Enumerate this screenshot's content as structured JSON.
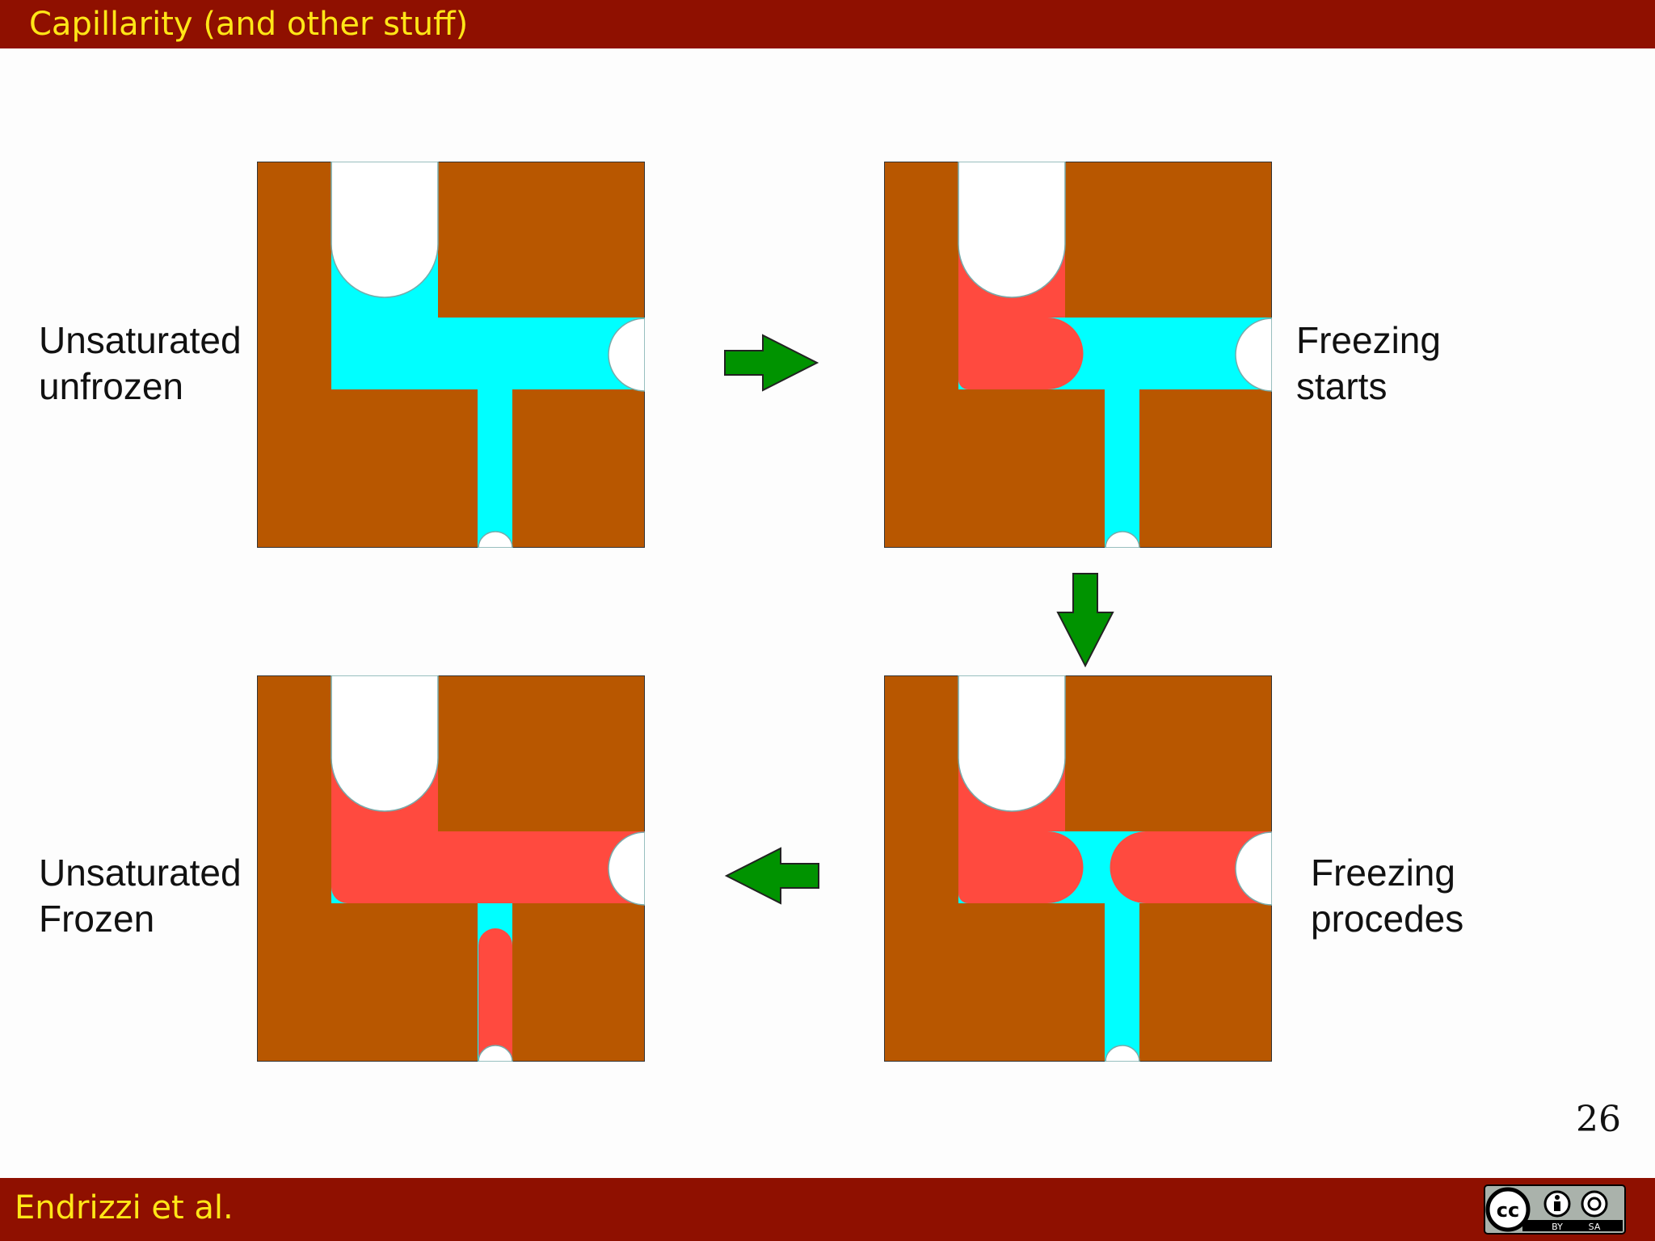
{
  "header": {
    "title": "Capillarity (and other stuff)"
  },
  "footer": {
    "author": "Endrizzi et al.",
    "license_badge": {
      "icon": "cc-by-sa-icon",
      "by": "BY",
      "sa": "SA"
    }
  },
  "page_number": "26",
  "colors": {
    "bar": "#8f1000",
    "bar_text": "#ffe617",
    "soil": "#b85700",
    "water": "#00ffff",
    "ice": "#ff4a3f",
    "air": "#ffffff",
    "arrow": "#009300"
  },
  "panels": [
    {
      "id": "unsaturated-unfrozen",
      "label_lines": [
        "Unsaturated",
        "unfrozen"
      ]
    },
    {
      "id": "freezing-starts",
      "label_lines": [
        "Freezing",
        "starts"
      ]
    },
    {
      "id": "freezing-procedes",
      "label_lines": [
        "Freezing",
        "procedes"
      ]
    },
    {
      "id": "unsaturated-frozen",
      "label_lines": [
        "Unsaturated",
        "Frozen"
      ]
    }
  ],
  "arrows": [
    "arrow-right",
    "arrow-down",
    "arrow-left"
  ]
}
